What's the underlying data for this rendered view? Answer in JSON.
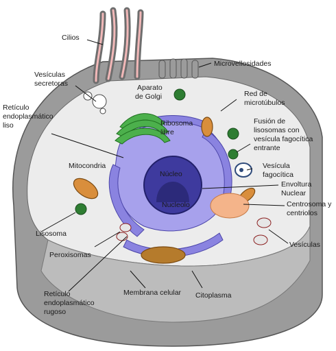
{
  "labels": {
    "cilios": "Cilios",
    "microvellosidades": "Microvellosidades",
    "vesiculas_secretoras_1": "Vesículas",
    "vesiculas_secretoras_2": "secretoras",
    "aparato_golgi_1": "Aparato",
    "aparato_golgi_2": "de Golgi",
    "red_microtubulos_1": "Red de",
    "red_microtubulos_2": "microtúbulos",
    "reticulo_liso_1": "Retículo",
    "reticulo_liso_2": "endoplasmático",
    "reticulo_liso_3": "liso",
    "ribosoma_1": "Ribosoma",
    "ribosoma_2": "libre",
    "fusion_1": "Fusión de",
    "fusion_2": "lisosomas con",
    "fusion_3": "vesícula fagocítica",
    "fusion_4": "entrante",
    "mitocondria": "Mitocondria",
    "nucleo": "Núcleo",
    "vesicula_fagocitica_1": "Vesícula",
    "vesicula_fagocitica_2": "fagocítica",
    "envoltura_1": "Envoltura",
    "envoltura_2": "Nuclear",
    "nucleolo": "Nucleolo",
    "centrosoma_1": "Centrosoma y",
    "centrosoma_2": "centriolos",
    "lisosoma": "Lisosoma",
    "peroxisomas": "Peroxisomas",
    "vesiculas": "Vesículas",
    "membrana": "Membrana celular",
    "citoplasma": "Citoplasma",
    "reticulo_rugoso_1": "Retículo",
    "reticulo_rugoso_2": "endoplasmático",
    "reticulo_rugoso_3": "rugoso"
  },
  "colors": {
    "cell_outer": "#8e8e8e",
    "cell_side": "#a7a7a7",
    "cytoplasm": "#ececec",
    "er": "#7b74d6",
    "nucleus": "#3e3a9e",
    "nucleolus": "#2c2a7a",
    "golgi": "#3aa33a",
    "mitochondria": "#d98e3c",
    "lysosome": "#2e7d32",
    "peroxisome": "#d8242a",
    "centrosome": "#f4b48a"
  }
}
